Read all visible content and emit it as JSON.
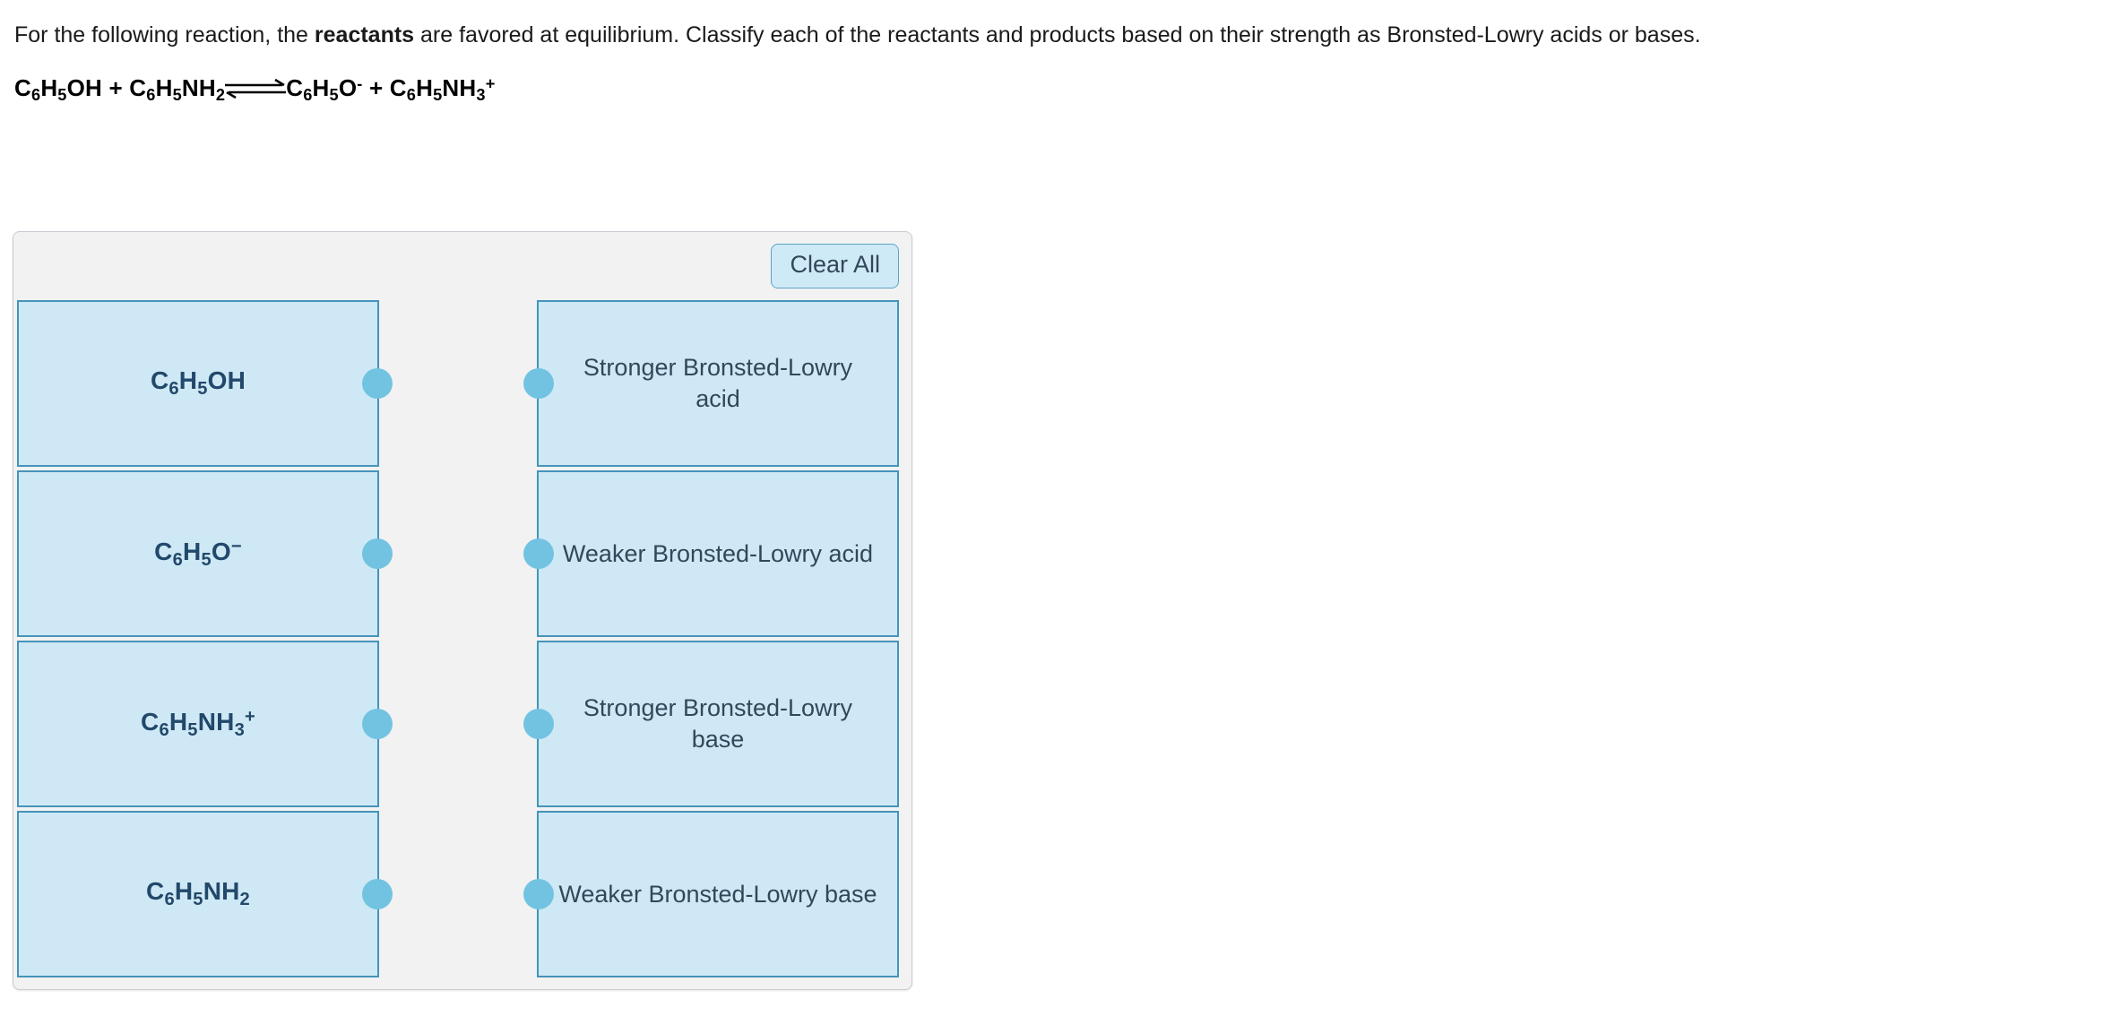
{
  "question": {
    "text_before_bold": "For the following reaction, the ",
    "bold_word": "reactants",
    "text_after_bold": " are favored at equilibrium. Classify each of the reactants and products based on their strength as Bronsted-Lowry acids or bases."
  },
  "equation": {
    "full_text": "C6H5OH + C6H5NH2 ⇌ C6H5O- + C6H5NH3+",
    "left_side": [
      {
        "formula": "C",
        "sub1": "6",
        "h": "H",
        "sub2": "5",
        "tail": "OH",
        "sup": ""
      },
      {
        "formula": "C",
        "sub1": "6",
        "h": "H",
        "sub2": "5",
        "tail": "NH",
        "sub3": "2",
        "sup": ""
      }
    ],
    "plus": "+",
    "arrow_symbol": "equilibrium-double-arrow",
    "right_side": [
      {
        "formula": "C",
        "sub1": "6",
        "h": "H",
        "sub2": "5",
        "tail": "O",
        "sup": "-"
      },
      {
        "formula": "C",
        "sub1": "6",
        "h": "H",
        "sub2": "5",
        "tail": "NH",
        "sub3": "3",
        "sup": "+"
      }
    ]
  },
  "panel": {
    "clear_all_label": "Clear All",
    "left_items": [
      {
        "plain": "C6H5OH",
        "c": "C",
        "s1": "6",
        "h": "H",
        "s2": "5",
        "tail": "OH",
        "s3": "",
        "sup": ""
      },
      {
        "plain": "C6H5O-",
        "c": "C",
        "s1": "6",
        "h": "H",
        "s2": "5",
        "tail": "O",
        "s3": "",
        "sup": "−"
      },
      {
        "plain": "C6H5NH3+",
        "c": "C",
        "s1": "6",
        "h": "H",
        "s2": "5",
        "tail": "NH",
        "s3": "3",
        "sup": "+"
      },
      {
        "plain": "C6H5NH2",
        "c": "C",
        "s1": "6",
        "h": "H",
        "s2": "5",
        "tail": "NH",
        "s3": "2",
        "sup": ""
      }
    ],
    "right_items": [
      {
        "label": "Stronger Bronsted-Lowry acid"
      },
      {
        "label": "Weaker Bronsted-Lowry acid"
      },
      {
        "label": "Stronger Bronsted-Lowry base"
      },
      {
        "label": "Weaker Bronsted-Lowry base"
      }
    ]
  },
  "colors": {
    "tile_fill": "#cee9f5",
    "tile_border": "#4594bb",
    "connector_dot": "#72c3e2",
    "panel_background": "#f2f2f2",
    "panel_border": "#c8ccd2",
    "button_fill": "#cfeaf7",
    "button_border": "#5ba4c4",
    "text_dark_blue": "#22486b",
    "label_text": "#33475b"
  }
}
